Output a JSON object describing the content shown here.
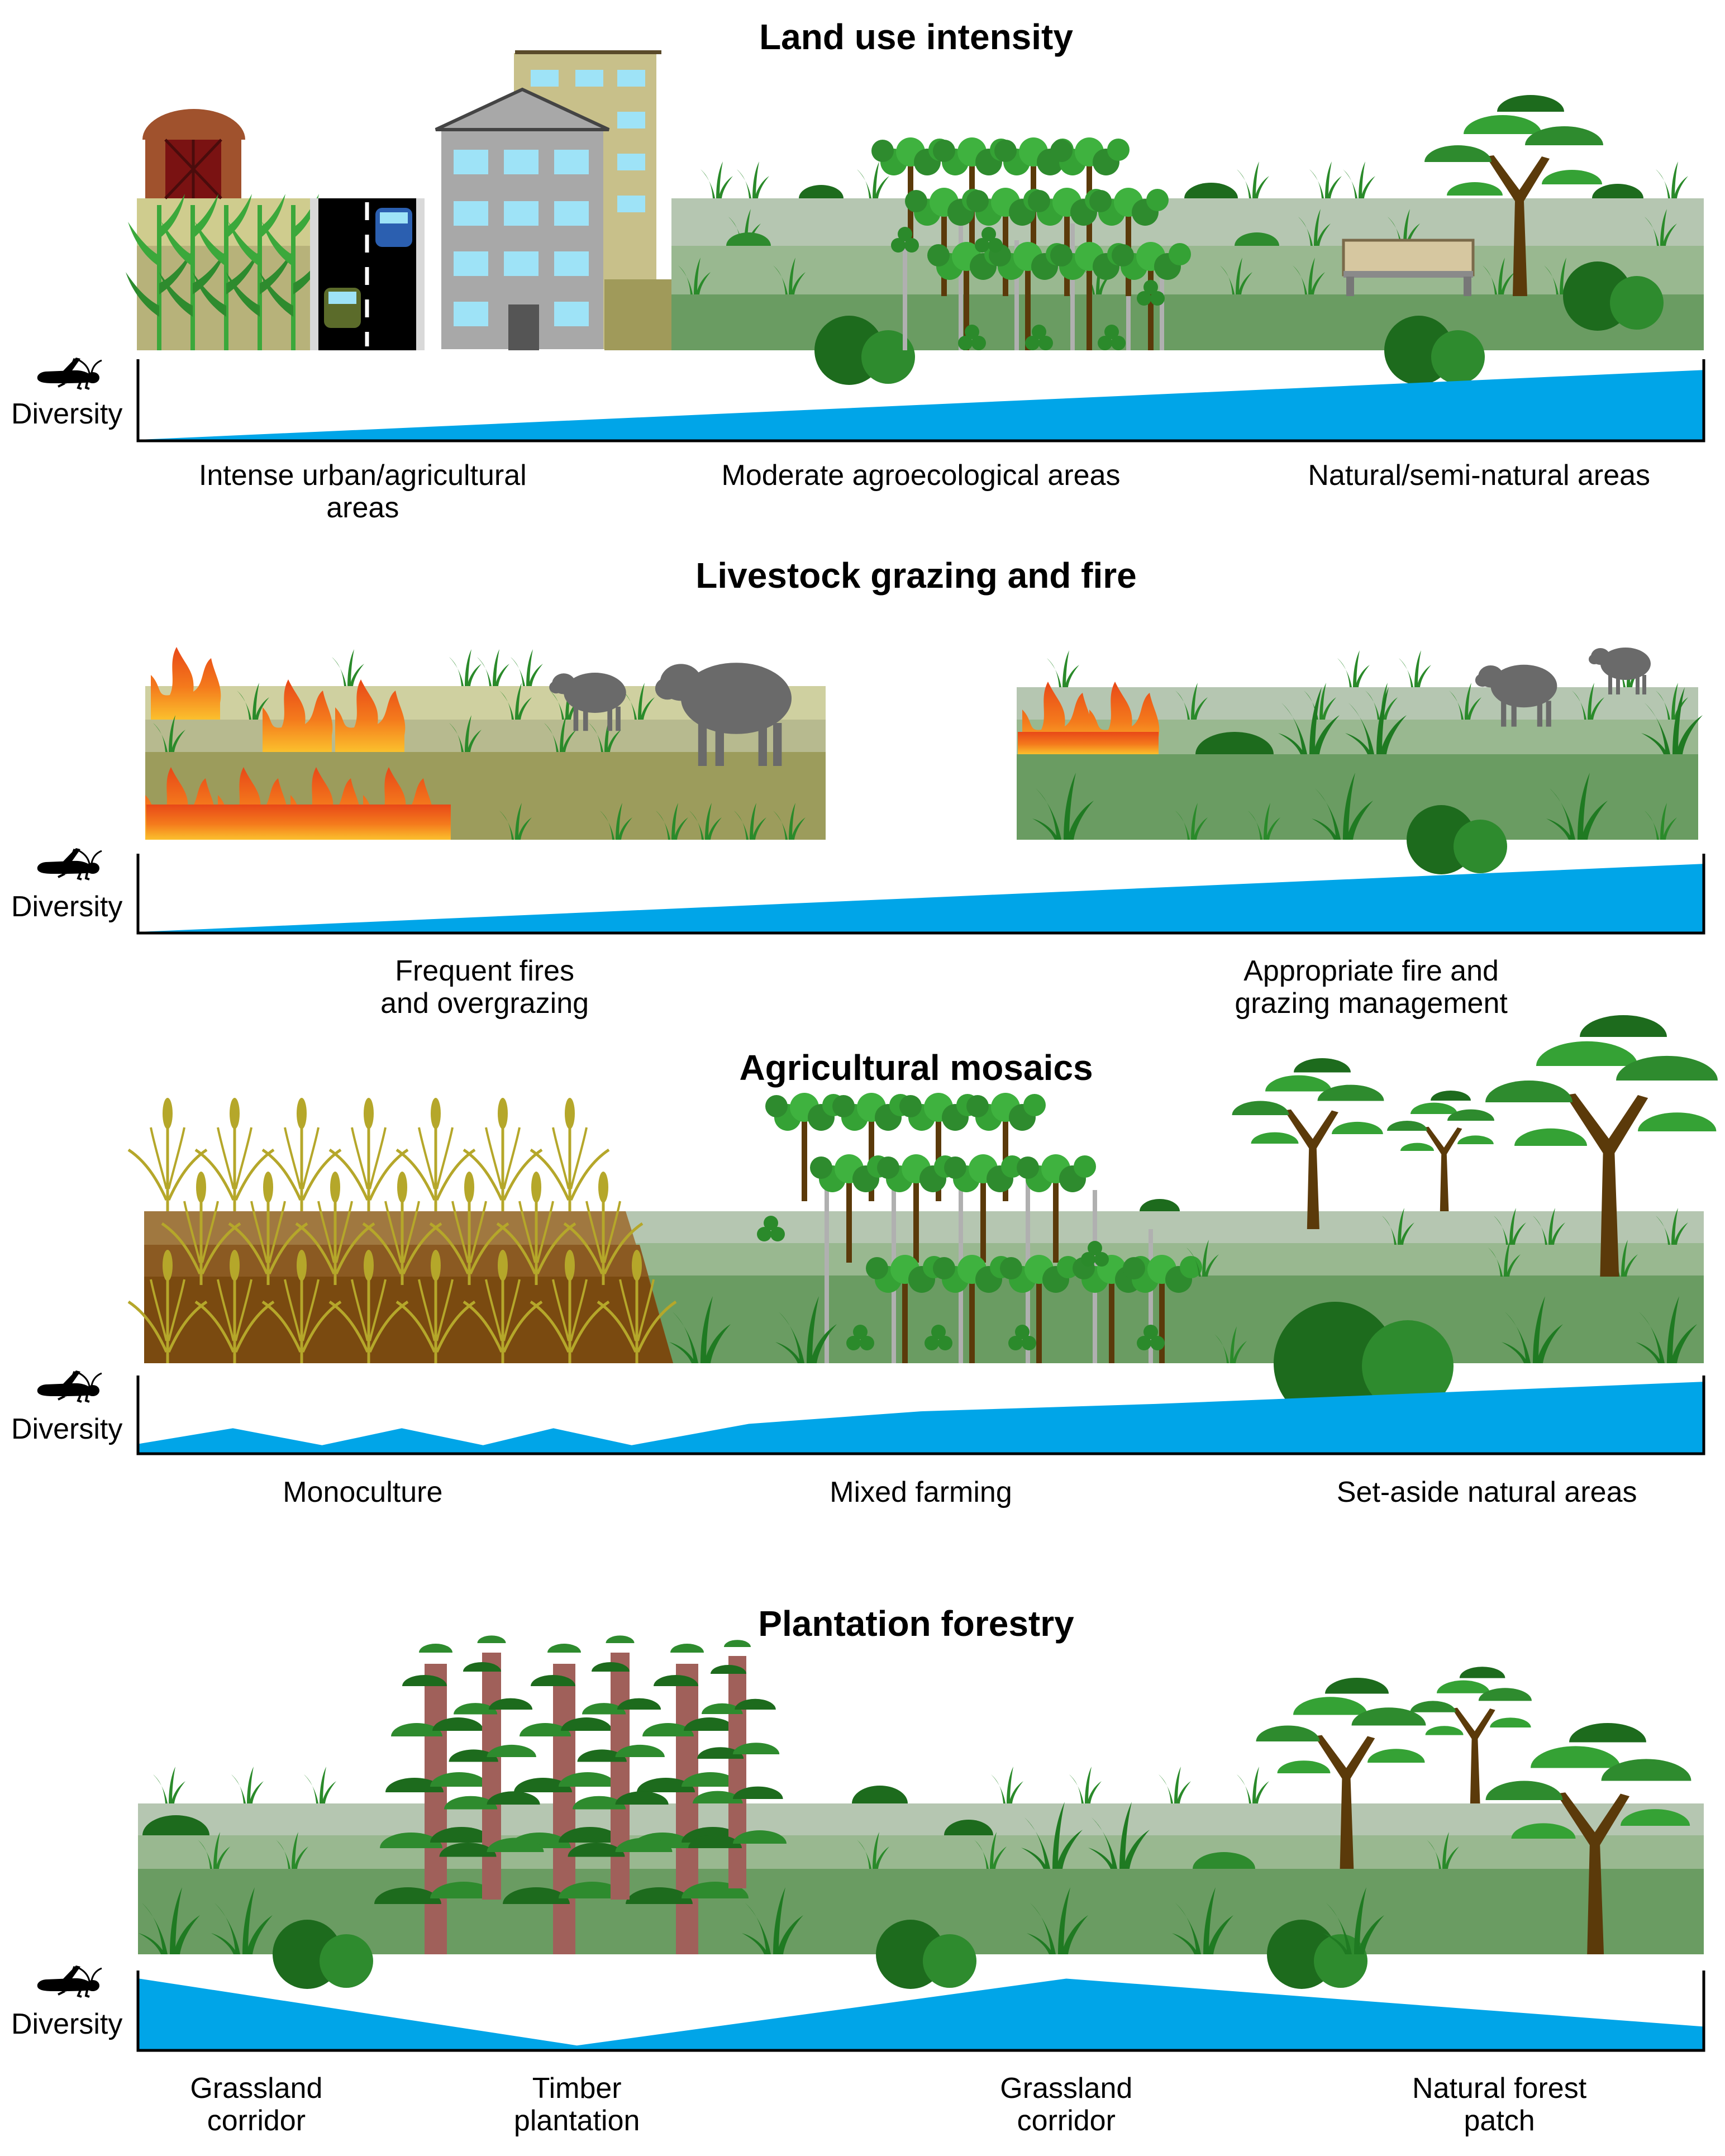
{
  "colors": {
    "diversity_fill": "#00a5e8",
    "ground_light": "#b5c6b1",
    "ground_mid": "#99b890",
    "ground_dark": "#6a9c62",
    "bush_dark": "#1c6e1c",
    "leaf_green": "#3ea83c",
    "trunk_brown": "#5a3a0a",
    "fire_orange": "#f08020",
    "sheep_gray": "#6b6b6b",
    "building_gray": "#a9a9a9",
    "window_blue": "#9ee3f7"
  },
  "icons": {
    "diversity": "grasshopper-icon"
  },
  "sections": [
    {
      "title": "Land use intensity",
      "diversity_label": "Diversity",
      "profile": [
        [
          0,
          0
        ],
        [
          1,
          0.93
        ]
      ],
      "labels": [
        {
          "lines": [
            "Intense urban/agricultural",
            "areas"
          ],
          "pos": 0.143
        },
        {
          "lines": [
            "Moderate agroecological areas"
          ],
          "pos": 0.5
        },
        {
          "lines": [
            "Natural/semi-natural areas"
          ],
          "pos": 0.857
        }
      ]
    },
    {
      "title": "Livestock grazing and fire",
      "diversity_label": "Diversity",
      "profile": [
        [
          0,
          0
        ],
        [
          1,
          0.93
        ]
      ],
      "labels": [
        {
          "lines": [
            "Frequent fires",
            "and overgrazing"
          ],
          "pos": 0.221
        },
        {
          "lines": [
            "Appropriate fire and",
            "grazing management"
          ],
          "pos": 0.788
        }
      ]
    },
    {
      "title": "Agricultural mosaics",
      "diversity_label": "Diversity",
      "profile": [
        [
          0,
          0.12
        ],
        [
          0.06,
          0.33
        ],
        [
          0.117,
          0.1
        ],
        [
          0.168,
          0.33
        ],
        [
          0.22,
          0.1
        ],
        [
          0.265,
          0.33
        ],
        [
          0.315,
          0.1
        ],
        [
          0.39,
          0.39
        ],
        [
          0.5,
          0.56
        ],
        [
          0.65,
          0.66
        ],
        [
          1,
          0.96
        ]
      ],
      "labels": [
        {
          "lines": [
            "Monoculture"
          ],
          "pos": 0.143
        },
        {
          "lines": [
            "Mixed farming"
          ],
          "pos": 0.5
        },
        {
          "lines": [
            "Set-aside natural areas"
          ],
          "pos": 0.862
        }
      ]
    },
    {
      "title": "Plantation forestry",
      "diversity_label": "Diversity",
      "profile": [
        [
          0,
          0.93
        ],
        [
          0.28,
          0.05
        ],
        [
          0.593,
          0.93
        ],
        [
          1,
          0.3
        ]
      ],
      "labels": [
        {
          "lines": [
            "Grassland",
            "corridor"
          ],
          "pos": 0.075
        },
        {
          "lines": [
            "Timber",
            "plantation"
          ],
          "pos": 0.28
        },
        {
          "lines": [
            "Grassland",
            "corridor"
          ],
          "pos": 0.593
        },
        {
          "lines": [
            "Natural forest",
            "patch"
          ],
          "pos": 0.87
        }
      ]
    }
  ]
}
